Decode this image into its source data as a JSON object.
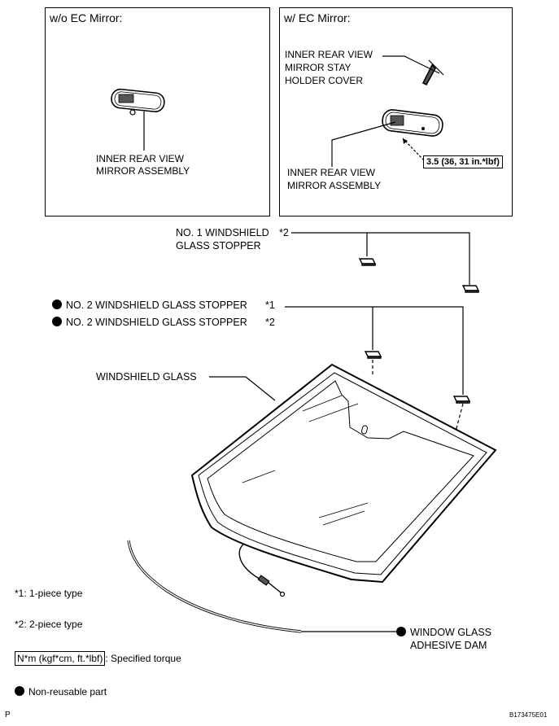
{
  "boxes": {
    "without_ec": {
      "title": "w/o EC Mirror:",
      "mirror_label_1": "INNER REAR VIEW",
      "mirror_label_2": "MIRROR ASSEMBLY"
    },
    "with_ec": {
      "title": "w/ EC Mirror:",
      "cover_label_1": "INNER REAR VIEW",
      "cover_label_2": "MIRROR STAY",
      "cover_label_3": "HOLDER COVER",
      "mirror_label_1": "INNER REAR VIEW",
      "mirror_label_2": "MIRROR ASSEMBLY",
      "torque": "3.5 (36, 31 in.*lbf)"
    }
  },
  "parts": {
    "stopper1_line1": "NO. 1 WINDSHIELD",
    "stopper1_line2": "GLASS STOPPER",
    "stopper1_note": "*2",
    "stopper2a": "NO. 2 WINDSHIELD GLASS STOPPER",
    "stopper2a_note": "*1",
    "stopper2b": "NO. 2 WINDSHIELD GLASS STOPPER",
    "stopper2b_note": "*2",
    "windshield": "WINDSHIELD GLASS",
    "dam_line1": "WINDOW GLASS",
    "dam_line2": "ADHESIVE DAM"
  },
  "legend": {
    "note1": "*1: 1-piece type",
    "note2": "*2: 2-piece type",
    "torque_symbol": "N*m (kgf*cm, ft.*lbf)",
    "torque_text": ": Specified torque",
    "nonreusable": "Non-reusable part"
  },
  "footer": {
    "left": "P",
    "right": "B173475E01"
  }
}
